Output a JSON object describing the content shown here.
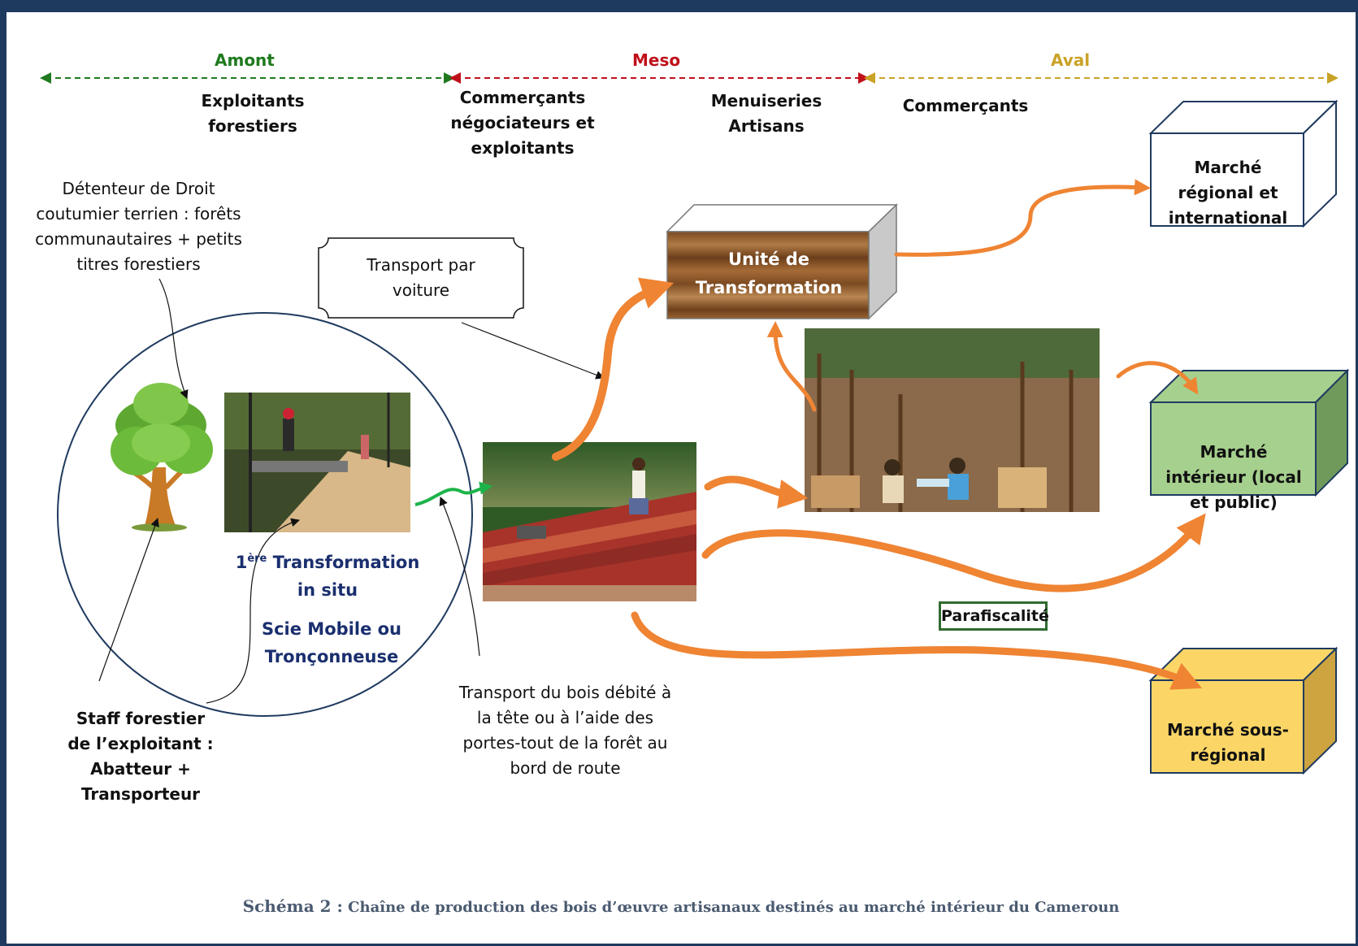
{
  "phases": {
    "amont": {
      "label": "Amont",
      "color": "#1f7a1f"
    },
    "meso": {
      "label": "Meso",
      "color": "#c0101a"
    },
    "aval": {
      "label": "Aval",
      "color": "#c9a227"
    }
  },
  "actors": {
    "exploitants": "Exploitants forestiers",
    "commercants_negociateurs": "Commerçants négociateurs et exploitants",
    "menuiseries": "Menuiseries Artisans",
    "commercants": "Commerçants"
  },
  "notes": {
    "detenteur": "Détenteur de Droit coutumier terrien : forêts communautaires + petits titres forestiers",
    "transport_voiture": "Transport par voiture",
    "staff": "Staff forestier de l’exploitant : Abatteur + Transporteur",
    "transport_bois": "Transport du bois débité à la tête ou à l’aide des portes-tout de la forêt au bord de route"
  },
  "transformation": {
    "line1_main": "1",
    "line1_sup": "ère",
    "line1_rest": " Transformation",
    "line2": "in situ",
    "scie1": "Scie Mobile ou",
    "scie2": "Tronçonneuse"
  },
  "unite": "Unité de Transformation",
  "markets": {
    "regional": {
      "label": "Marché régional et international",
      "color": "#ffffff"
    },
    "interieur": {
      "label": "Marché intérieur (local et public)",
      "color": "#a6d08e"
    },
    "sous_regional": {
      "label": "Marché sous-régional",
      "color": "#fbd667"
    }
  },
  "parafiscalite": "Parafiscalité",
  "caption": {
    "prefix": "Schéma 2 :",
    "text": " Chaîne de production des bois d’œuvre artisanaux destinés au marché intérieur du Cameroun"
  },
  "colors": {
    "arrow_orange": "#ef8433",
    "arrow_green": "#1db34a",
    "frame": "#1f3a5f"
  }
}
